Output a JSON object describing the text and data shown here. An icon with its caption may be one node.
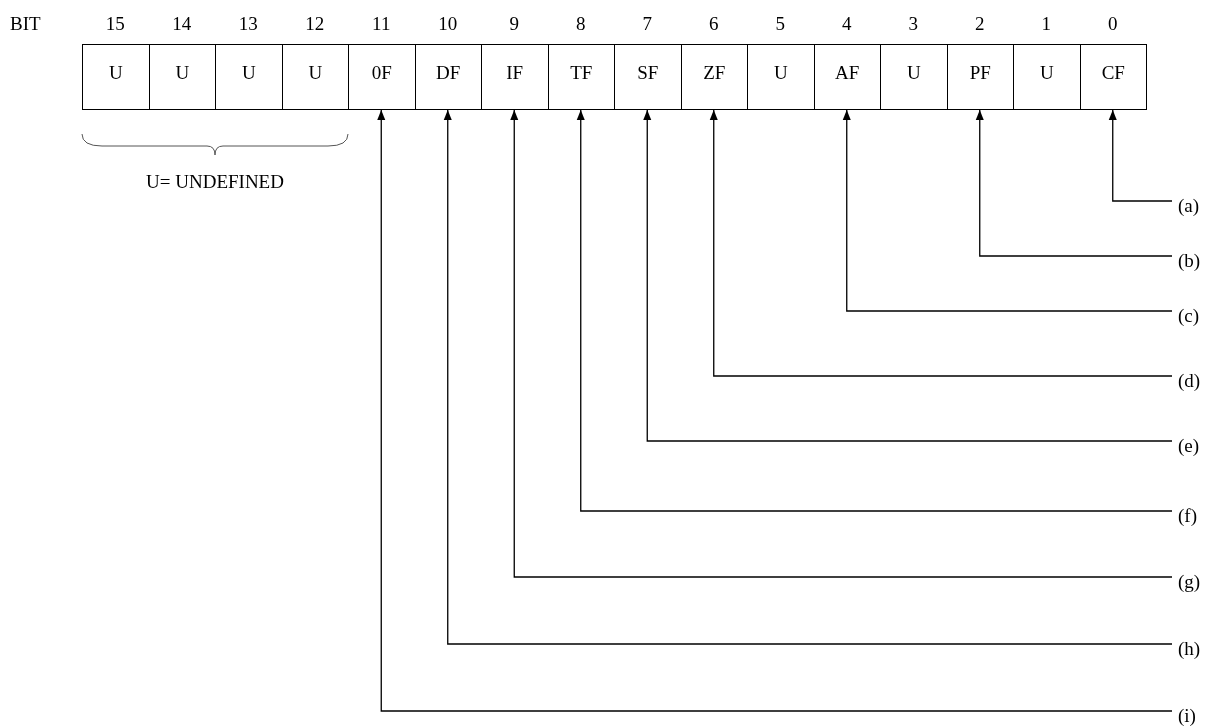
{
  "diagram": {
    "nodes": [
      {
        "text": [
          "U"
        ]
      },
      {
        "text": [
          "U"
        ]
      },
      {
        "text": [
          "U"
        ]
      },
      {
        "text": [
          "U"
        ]
      },
      {
        "text": [
          "0F"
        ]
      },
      {
        "text": [
          "DF"
        ]
      },
      {
        "text": [
          "IF"
        ]
      },
      {
        "text": [
          "TF"
        ]
      },
      {
        "text": [
          "SF"
        ]
      },
      {
        "text": [
          "ZF"
        ]
      },
      {
        "text": [
          "U"
        ]
      },
      {
        "text": [
          "AF"
        ]
      },
      {
        "text": [
          "U"
        ]
      },
      {
        "text": [
          "PF"
        ]
      },
      {
        "text": [
          "U"
        ]
      },
      {
        "text": [
          "CF"
        ]
      },
      {
        "text": [
          "(a)"
        ]
      },
      {
        "text": [
          "(b)"
        ]
      },
      {
        "text": [
          "(c)"
        ]
      },
      {
        "text": [
          "(d)"
        ]
      },
      {
        "text": [
          "(e)"
        ]
      },
      {
        "text": [
          "(f)"
        ]
      },
      {
        "text": [
          "(g)"
        ]
      },
      {
        "text": [
          "(h)"
        ]
      },
      {
        "text": [
          "(i)"
        ]
      }
    ],
    "edges": [
      {
        "from": 16,
        "to": 15,
        "arrow": "to"
      },
      {
        "from": 17,
        "to": 13,
        "arrow": "to"
      },
      {
        "from": 18,
        "to": 11,
        "arrow": "to"
      },
      {
        "from": 19,
        "to": 9,
        "arrow": "to"
      },
      {
        "from": 20,
        "to": 8,
        "arrow": "to"
      },
      {
        "from": 21,
        "to": 7,
        "arrow": "to"
      },
      {
        "from": 22,
        "to": 6,
        "arrow": "to"
      },
      {
        "from": 23,
        "to": 5,
        "arrow": "to"
      },
      {
        "from": 24,
        "to": 4,
        "arrow": "to"
      }
    ],
    "labels": [
      "BIT",
      "15",
      "14",
      "13",
      "12",
      "11",
      "10",
      "9",
      "8",
      "7",
      "6",
      "5",
      "4",
      "3",
      "2",
      "1",
      "0",
      "U= UNDEFINED"
    ]
  }
}
